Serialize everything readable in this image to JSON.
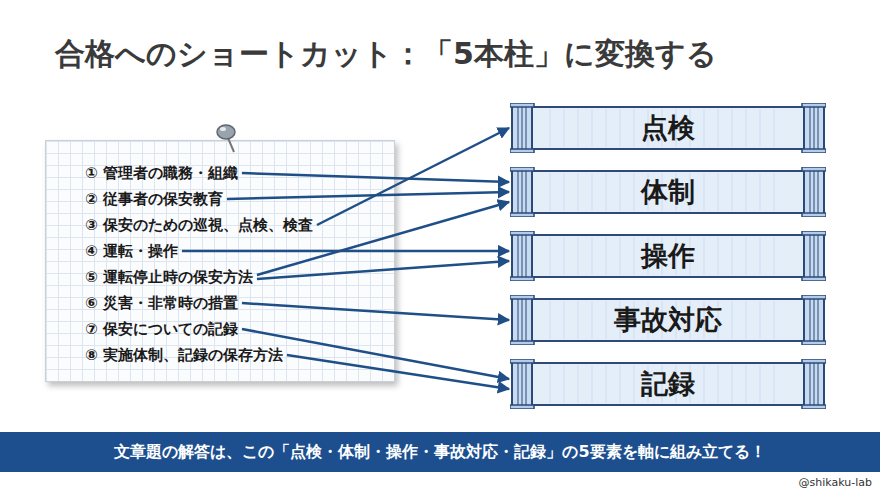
{
  "diagram": {
    "title": "合格へのショートカット：「5本柱」に変換する",
    "caption": "文章題の解答は、この「点検・体制・操作・事故対応・記録」の5要素を軸に組み立てる！",
    "nodes": [
      {
        "text": [
          "① 管理者の職務・組織"
        ]
      },
      {
        "text": [
          "② 従事者の保安教育"
        ]
      },
      {
        "text": [
          "③ 保安のための巡視、点検、検査"
        ]
      },
      {
        "text": [
          "④ 運転・操作"
        ]
      },
      {
        "text": [
          "⑤ 運転停止時の保安方法"
        ]
      },
      {
        "text": [
          "⑥ 災害・非常時の措置"
        ]
      },
      {
        "text": [
          "⑦ 保安についての記録"
        ]
      },
      {
        "text": [
          "⑧ 実施体制、記録の保存方法"
        ]
      },
      {
        "text": [
          "点検"
        ]
      },
      {
        "text": [
          "体制"
        ]
      },
      {
        "text": [
          "操作"
        ]
      },
      {
        "text": [
          "事故対応"
        ]
      },
      {
        "text": [
          "記録"
        ]
      }
    ],
    "edges": [
      {
        "from": 0,
        "to": 9,
        "arrow": "to"
      },
      {
        "from": 1,
        "to": 9,
        "arrow": "to"
      },
      {
        "from": 2,
        "to": 8,
        "arrow": "to"
      },
      {
        "from": 3,
        "to": 10,
        "arrow": "to"
      },
      {
        "from": 4,
        "to": 9,
        "arrow": "to"
      },
      {
        "from": 4,
        "to": 10,
        "arrow": "to"
      },
      {
        "from": 5,
        "to": 11,
        "arrow": "to"
      },
      {
        "from": 6,
        "to": 12,
        "arrow": "to"
      },
      {
        "from": 7,
        "to": 12,
        "arrow": "to"
      }
    ],
    "labels": [
      "@shikaku-lab"
    ]
  }
}
